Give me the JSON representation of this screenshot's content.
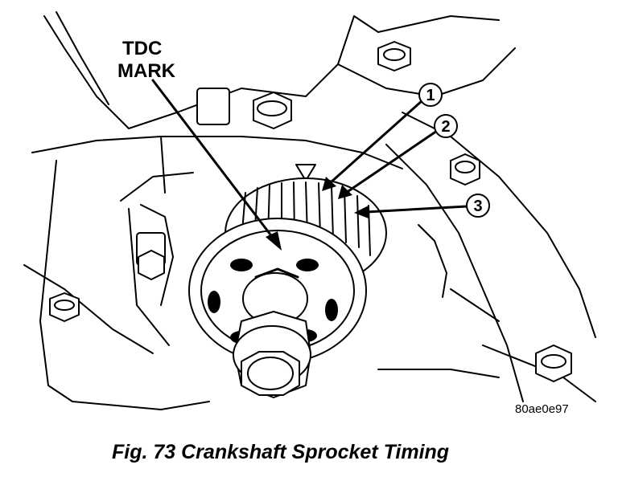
{
  "tdc_label": {
    "line1": "TDC",
    "line2": "MARK"
  },
  "callouts": [
    "1",
    "2",
    "3"
  ],
  "figure_code": "80ae0e97",
  "caption": "Fig. 73 Crankshaft Sprocket Timing",
  "colors": {
    "ink": "#000000",
    "paper": "#ffffff"
  }
}
